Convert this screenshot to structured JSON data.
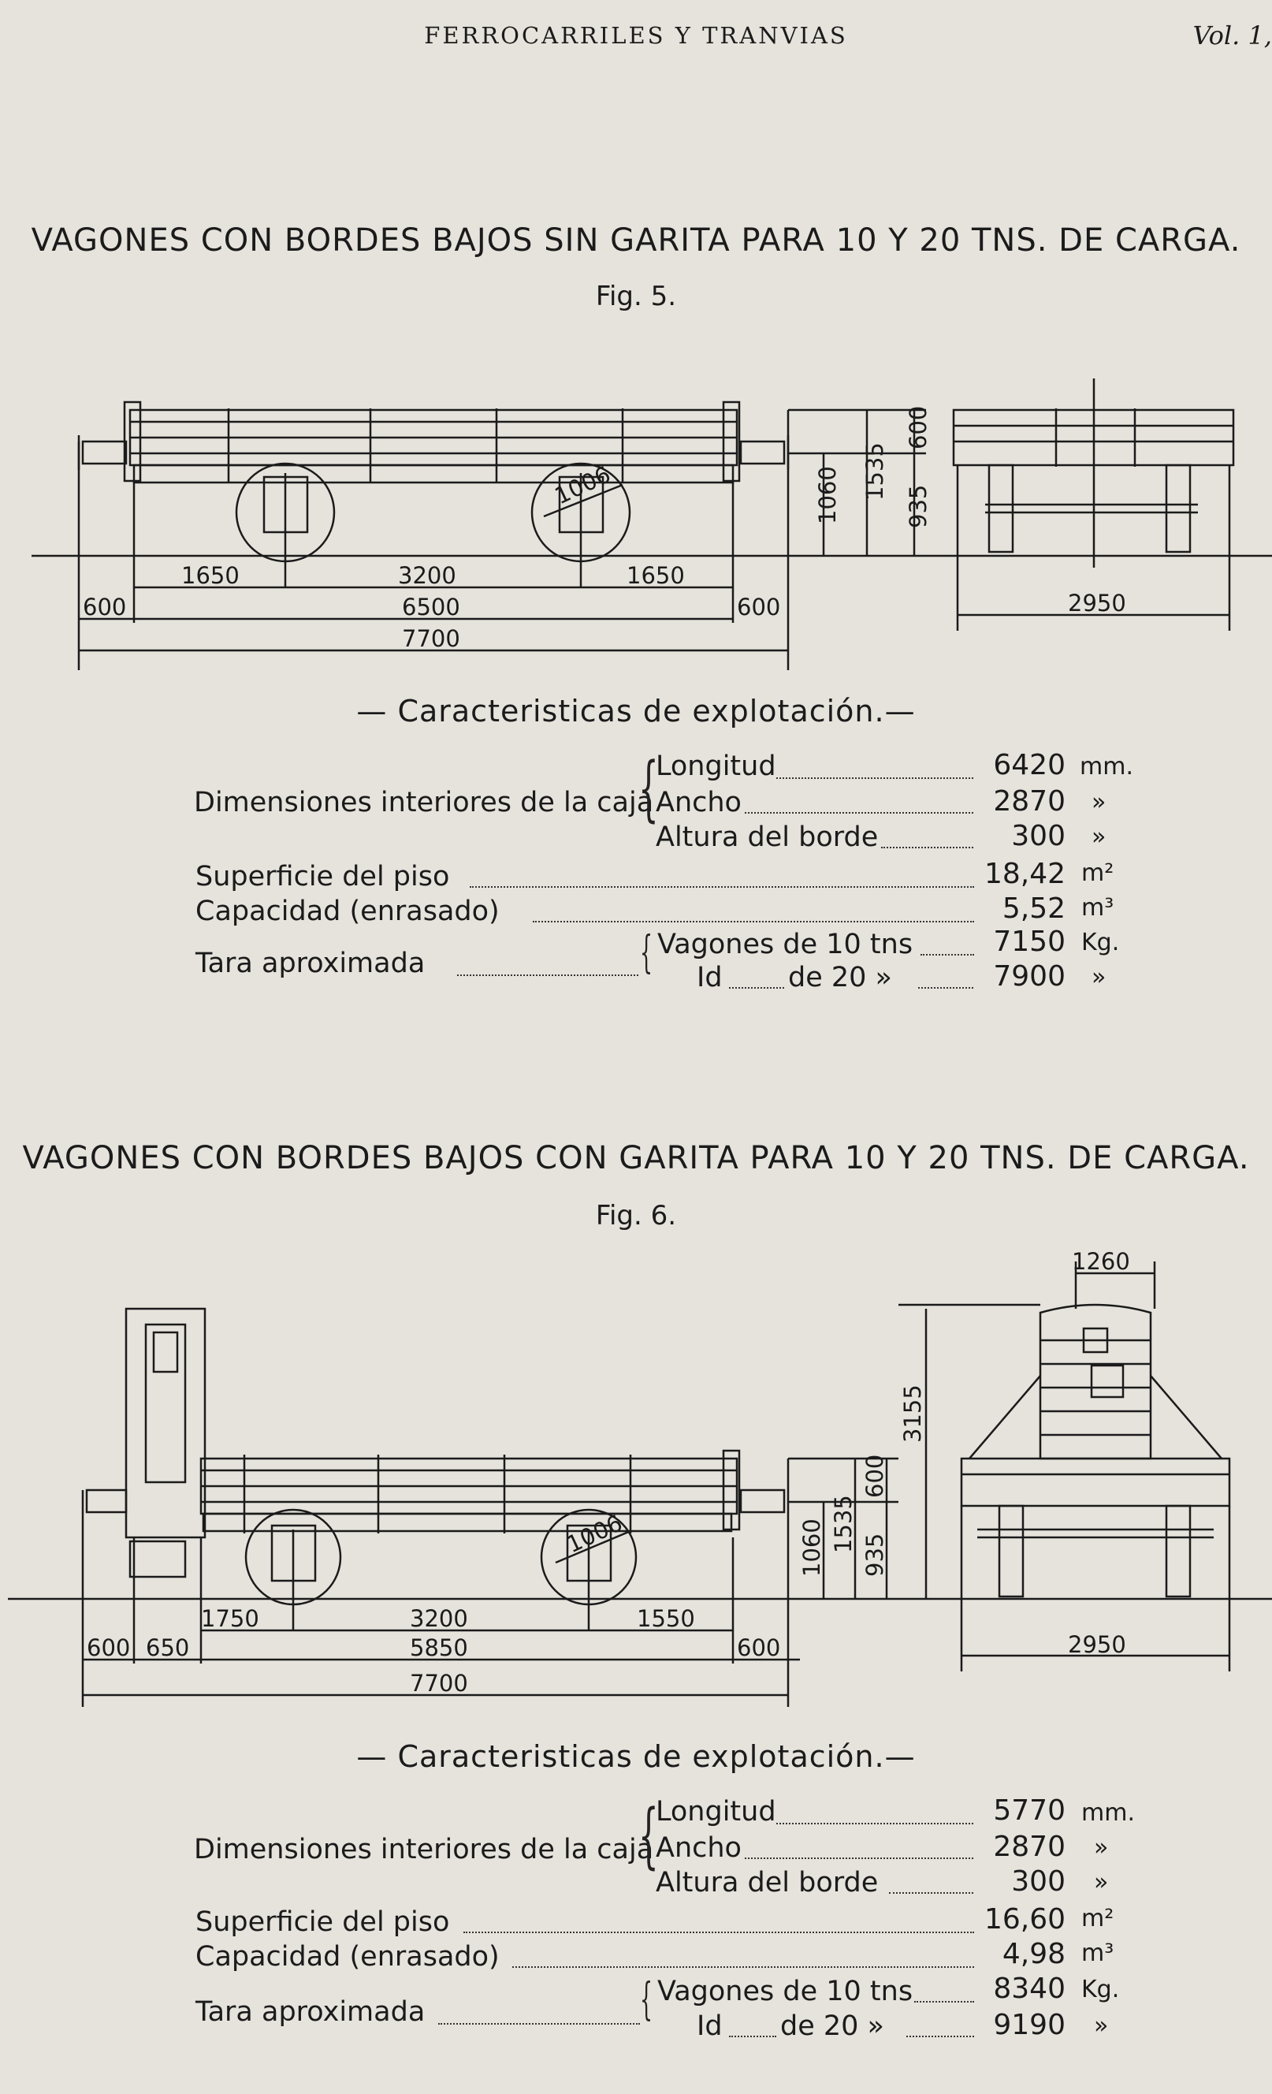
{
  "header": {
    "running_title": "FERROCARRILES Y TRANVIAS",
    "volume": "Vol. 1,"
  },
  "fig5": {
    "title": "VAGONES CON BORDES BAJOS SIN GARITA PARA 10 Y 20 TNS. DE CARGA.",
    "caption": "Fig. 5.",
    "dims": {
      "d600a": "600",
      "d1650a": "1650",
      "d3200": "3200",
      "d1650b": "1650",
      "d6500": "6500",
      "d600b": "600",
      "d7700": "7700",
      "d1006": "1006",
      "d1060": "1060",
      "d1535": "1535",
      "d600v": "600",
      "d935": "935",
      "d2950": "2950"
    },
    "characteristics": {
      "heading": "— Caracteristicas de explotación.—",
      "group_label": "Dimensiones interiores de la caja",
      "longitud_label": "Longitud",
      "longitud_value": "6420",
      "longitud_unit": "mm.",
      "ancho_label": "Ancho",
      "ancho_value": "2870",
      "ancho_unit": "»",
      "altura_label": "Altura del borde",
      "altura_value": "300",
      "altura_unit": "»",
      "superficie_label": "Superficie del piso",
      "superficie_value": "18,42",
      "superficie_unit": "m²",
      "capacidad_label": "Capacidad (enrasado)",
      "capacidad_value": "5,52",
      "capacidad_unit": "m³",
      "tara_label": "Tara aproximada",
      "tara10_label": "Vagones de 10 tns",
      "tara10_value": "7150",
      "tara10_unit": "Kg.",
      "tara20_id": "Id",
      "tara20_label": "de 20 »",
      "tara20_value": "7900",
      "tara20_unit": "»"
    }
  },
  "fig6": {
    "title": "VAGONES CON BORDES BAJOS CON GARITA PARA 10 Y 20 TNS. DE CARGA.",
    "caption": "Fig. 6.",
    "dims": {
      "d1260": "1260",
      "d3155": "3155",
      "d1750": "1750",
      "d3200": "3200",
      "d1550": "1550",
      "d600a": "600",
      "d650": "650",
      "d5850": "5850",
      "d600b": "600",
      "d7700": "7700",
      "d1006": "1006",
      "d1060": "1060",
      "d1535": "1535",
      "d600v": "600",
      "d935": "935",
      "d2950": "2950"
    },
    "characteristics": {
      "heading": "— Caracteristicas de explotación.—",
      "group_label": "Dimensiones interiores de la caja",
      "longitud_label": "Longitud",
      "longitud_value": "5770",
      "longitud_unit": "mm.",
      "ancho_label": "Ancho",
      "ancho_value": "2870",
      "ancho_unit": "»",
      "altura_label": "Altura del borde",
      "altura_value": "300",
      "altura_unit": "»",
      "superficie_label": "Superficie del piso",
      "superficie_value": "16,60",
      "superficie_unit": "m²",
      "capacidad_label": "Capacidad (enrasado)",
      "capacidad_value": "4,98",
      "capacidad_unit": "m³",
      "tara_label": "Tara aproximada",
      "tara10_label": "Vagones de 10 tns",
      "tara10_value": "8340",
      "tara10_unit": "Kg.",
      "tara20_id": "Id",
      "tara20_label": "de 20 »",
      "tara20_value": "9190",
      "tara20_unit": "»"
    }
  }
}
